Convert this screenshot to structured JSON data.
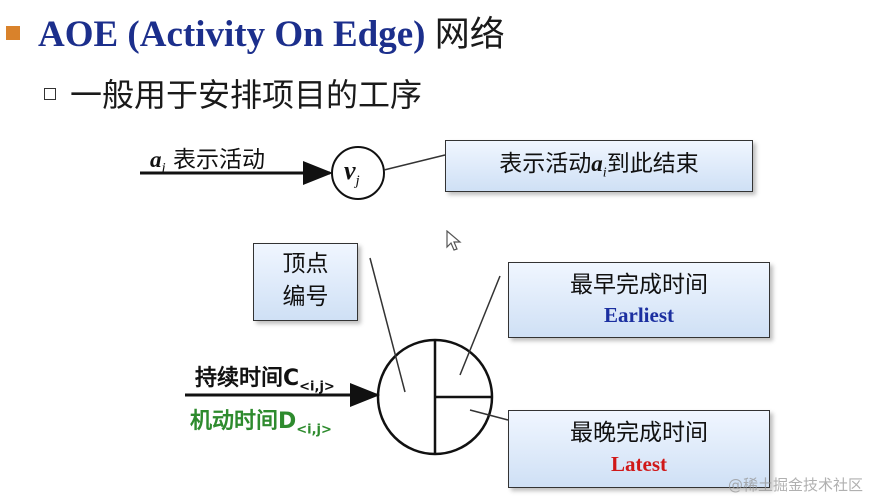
{
  "title": {
    "main": "AOE (Activity On Edge)",
    "suffix": "网络"
  },
  "subtitle": "一般用于安排项目的工序",
  "top_diagram": {
    "activity_label_var": "a",
    "activity_label_sub": "i",
    "activity_label_text": "表示活动",
    "vertex_var": "v",
    "vertex_sub": "j",
    "note_pre": "表示活动",
    "note_var": "a",
    "note_sub": "i",
    "note_post": "到此结束"
  },
  "bottom_diagram": {
    "vertex_id_box": [
      "顶点",
      "编号"
    ],
    "earliest_box": {
      "cn": "最早完成时间",
      "en": "Earliest"
    },
    "latest_box": {
      "cn": "最晚完成时间",
      "en": "Latest"
    },
    "duration_label": {
      "text": "持续时间C",
      "sub": "<i,j>"
    },
    "slack_label": {
      "text": "机动时间D",
      "sub": "<i,j>"
    }
  },
  "colors": {
    "title": "#1c2f8c",
    "bullet": "#d9822b",
    "earliest": "#1b2fa0",
    "latest": "#d01818",
    "slack": "#2e8b2e"
  },
  "watermark": "@稀土掘金技术社区"
}
